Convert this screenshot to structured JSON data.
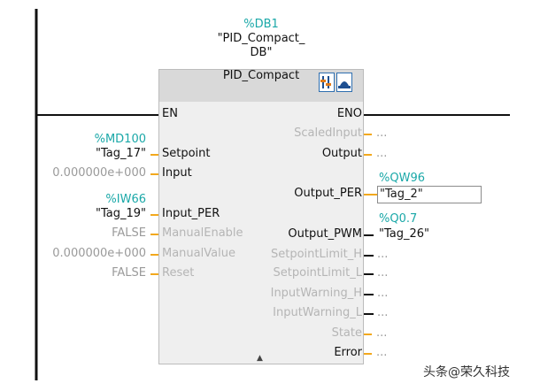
{
  "instance": {
    "db_address": "%DB1",
    "db_name_line1": "\"PID_Compact_",
    "db_name_line2": "DB\""
  },
  "block": {
    "title": "PID_Compact",
    "toolbar": [
      "settings-tool-icon",
      "commissioning-icon"
    ]
  },
  "pins_left": {
    "en": "EN",
    "setpoint": "Setpoint",
    "input": "Input",
    "input_per": "Input_PER",
    "manual_enable": "ManualEnable",
    "manual_value": "ManualValue",
    "reset": "Reset"
  },
  "pins_right": {
    "eno": "ENO",
    "scaled_input": "ScaledInput",
    "output": "Output",
    "output_per": "Output_PER",
    "output_pwm": "Output_PWM",
    "setpoint_limit_h": "SetpointLimit_H",
    "setpoint_limit_l": "SetpointLimit_L",
    "input_warning_h": "InputWarning_H",
    "input_warning_l": "InputWarning_L",
    "state": "State",
    "error": "Error"
  },
  "inputs": {
    "setpoint_addr": "%MD100",
    "setpoint_tag": "\"Tag_17\"",
    "input_value": "0.000000e+000",
    "input_per_addr": "%IW66",
    "input_per_tag": "\"Tag_19\"",
    "manual_enable_value": "FALSE",
    "manual_value_value": "0.000000e+000",
    "reset_value": "FALSE"
  },
  "outputs": {
    "placeholder": "...",
    "output_per_addr": "%QW96",
    "output_per_tag": "\"Tag_2\"",
    "output_pwm_addr": "%Q0.7",
    "output_pwm_tag": "\"Tag_26\""
  },
  "watermark": "头条@荣久科技",
  "colors": {
    "address": "#1aa8a8",
    "connector": "#f2a81d",
    "rail": "#111111",
    "block_body": "#efefef",
    "block_header": "#d9d9d9"
  }
}
